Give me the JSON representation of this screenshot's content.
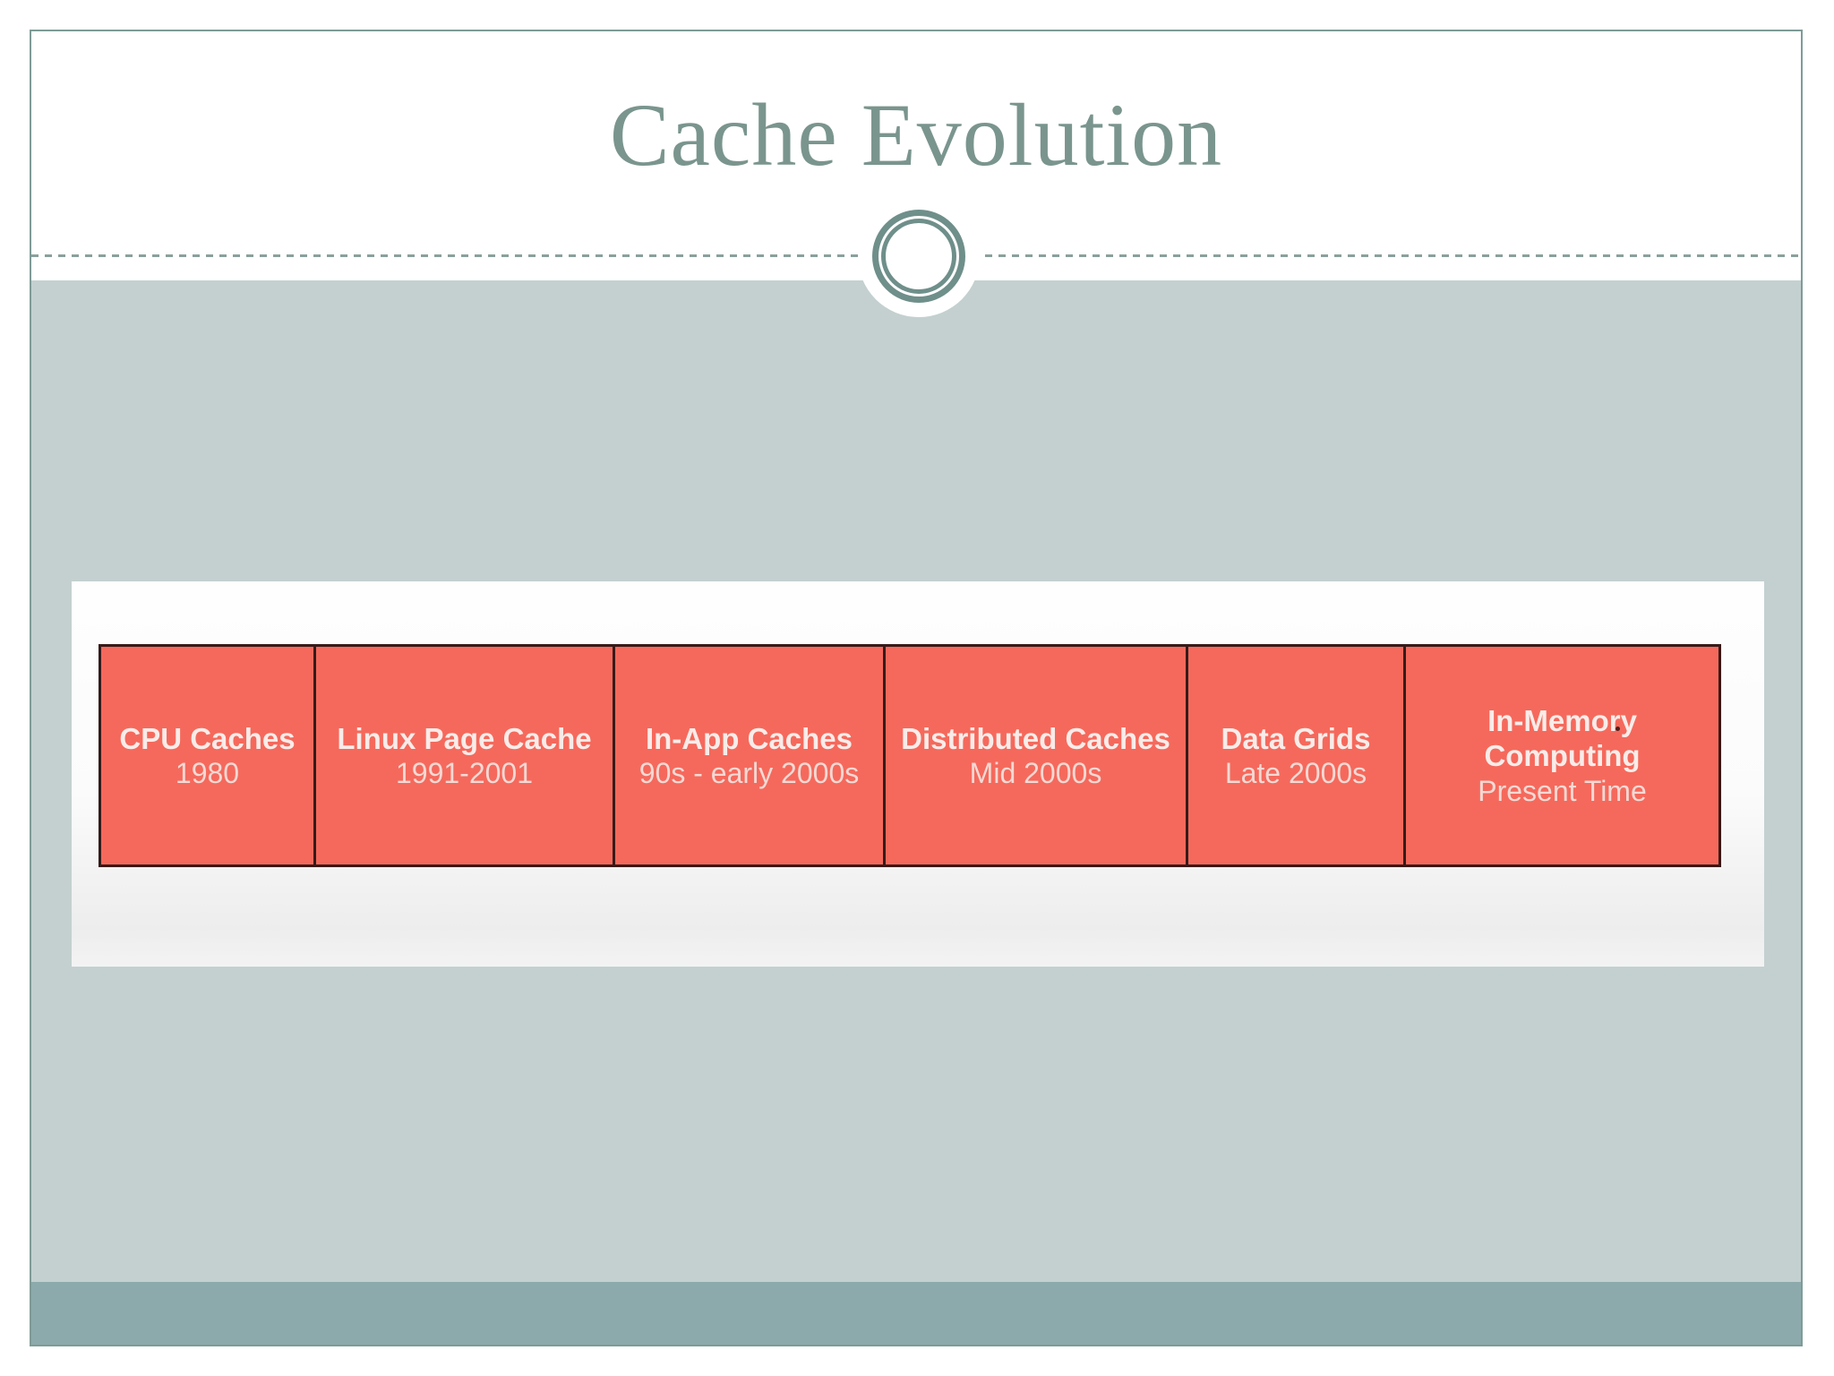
{
  "slide": {
    "title": "Cache Evolution",
    "timeline": {
      "stages": [
        {
          "name": "CPU Caches",
          "period": "1980"
        },
        {
          "name": "Linux Page Cache",
          "period": "1991-2001"
        },
        {
          "name": "In-App Caches",
          "period": "90s - early 2000s"
        },
        {
          "name": "Distributed Caches",
          "period": "Mid 2000s"
        },
        {
          "name": "Data Grids",
          "period": "Late 2000s"
        },
        {
          "name": "In-Memory Computing",
          "period": "Present Time"
        }
      ]
    },
    "colors": {
      "title_text": "#7a958e",
      "slide_border": "#7f9b97",
      "body_background": "#c4d0d0",
      "footer_bar": "#8caaab",
      "ornament_ring": "#6f8f8a",
      "dashed_line": "#8aa09c",
      "stage_fill": "#f5695c",
      "stage_border": "#361a19",
      "stage_name_text": "#f8ece9",
      "stage_period_text": "#f3d9d4",
      "strip_background": "#fbfbfb"
    }
  }
}
